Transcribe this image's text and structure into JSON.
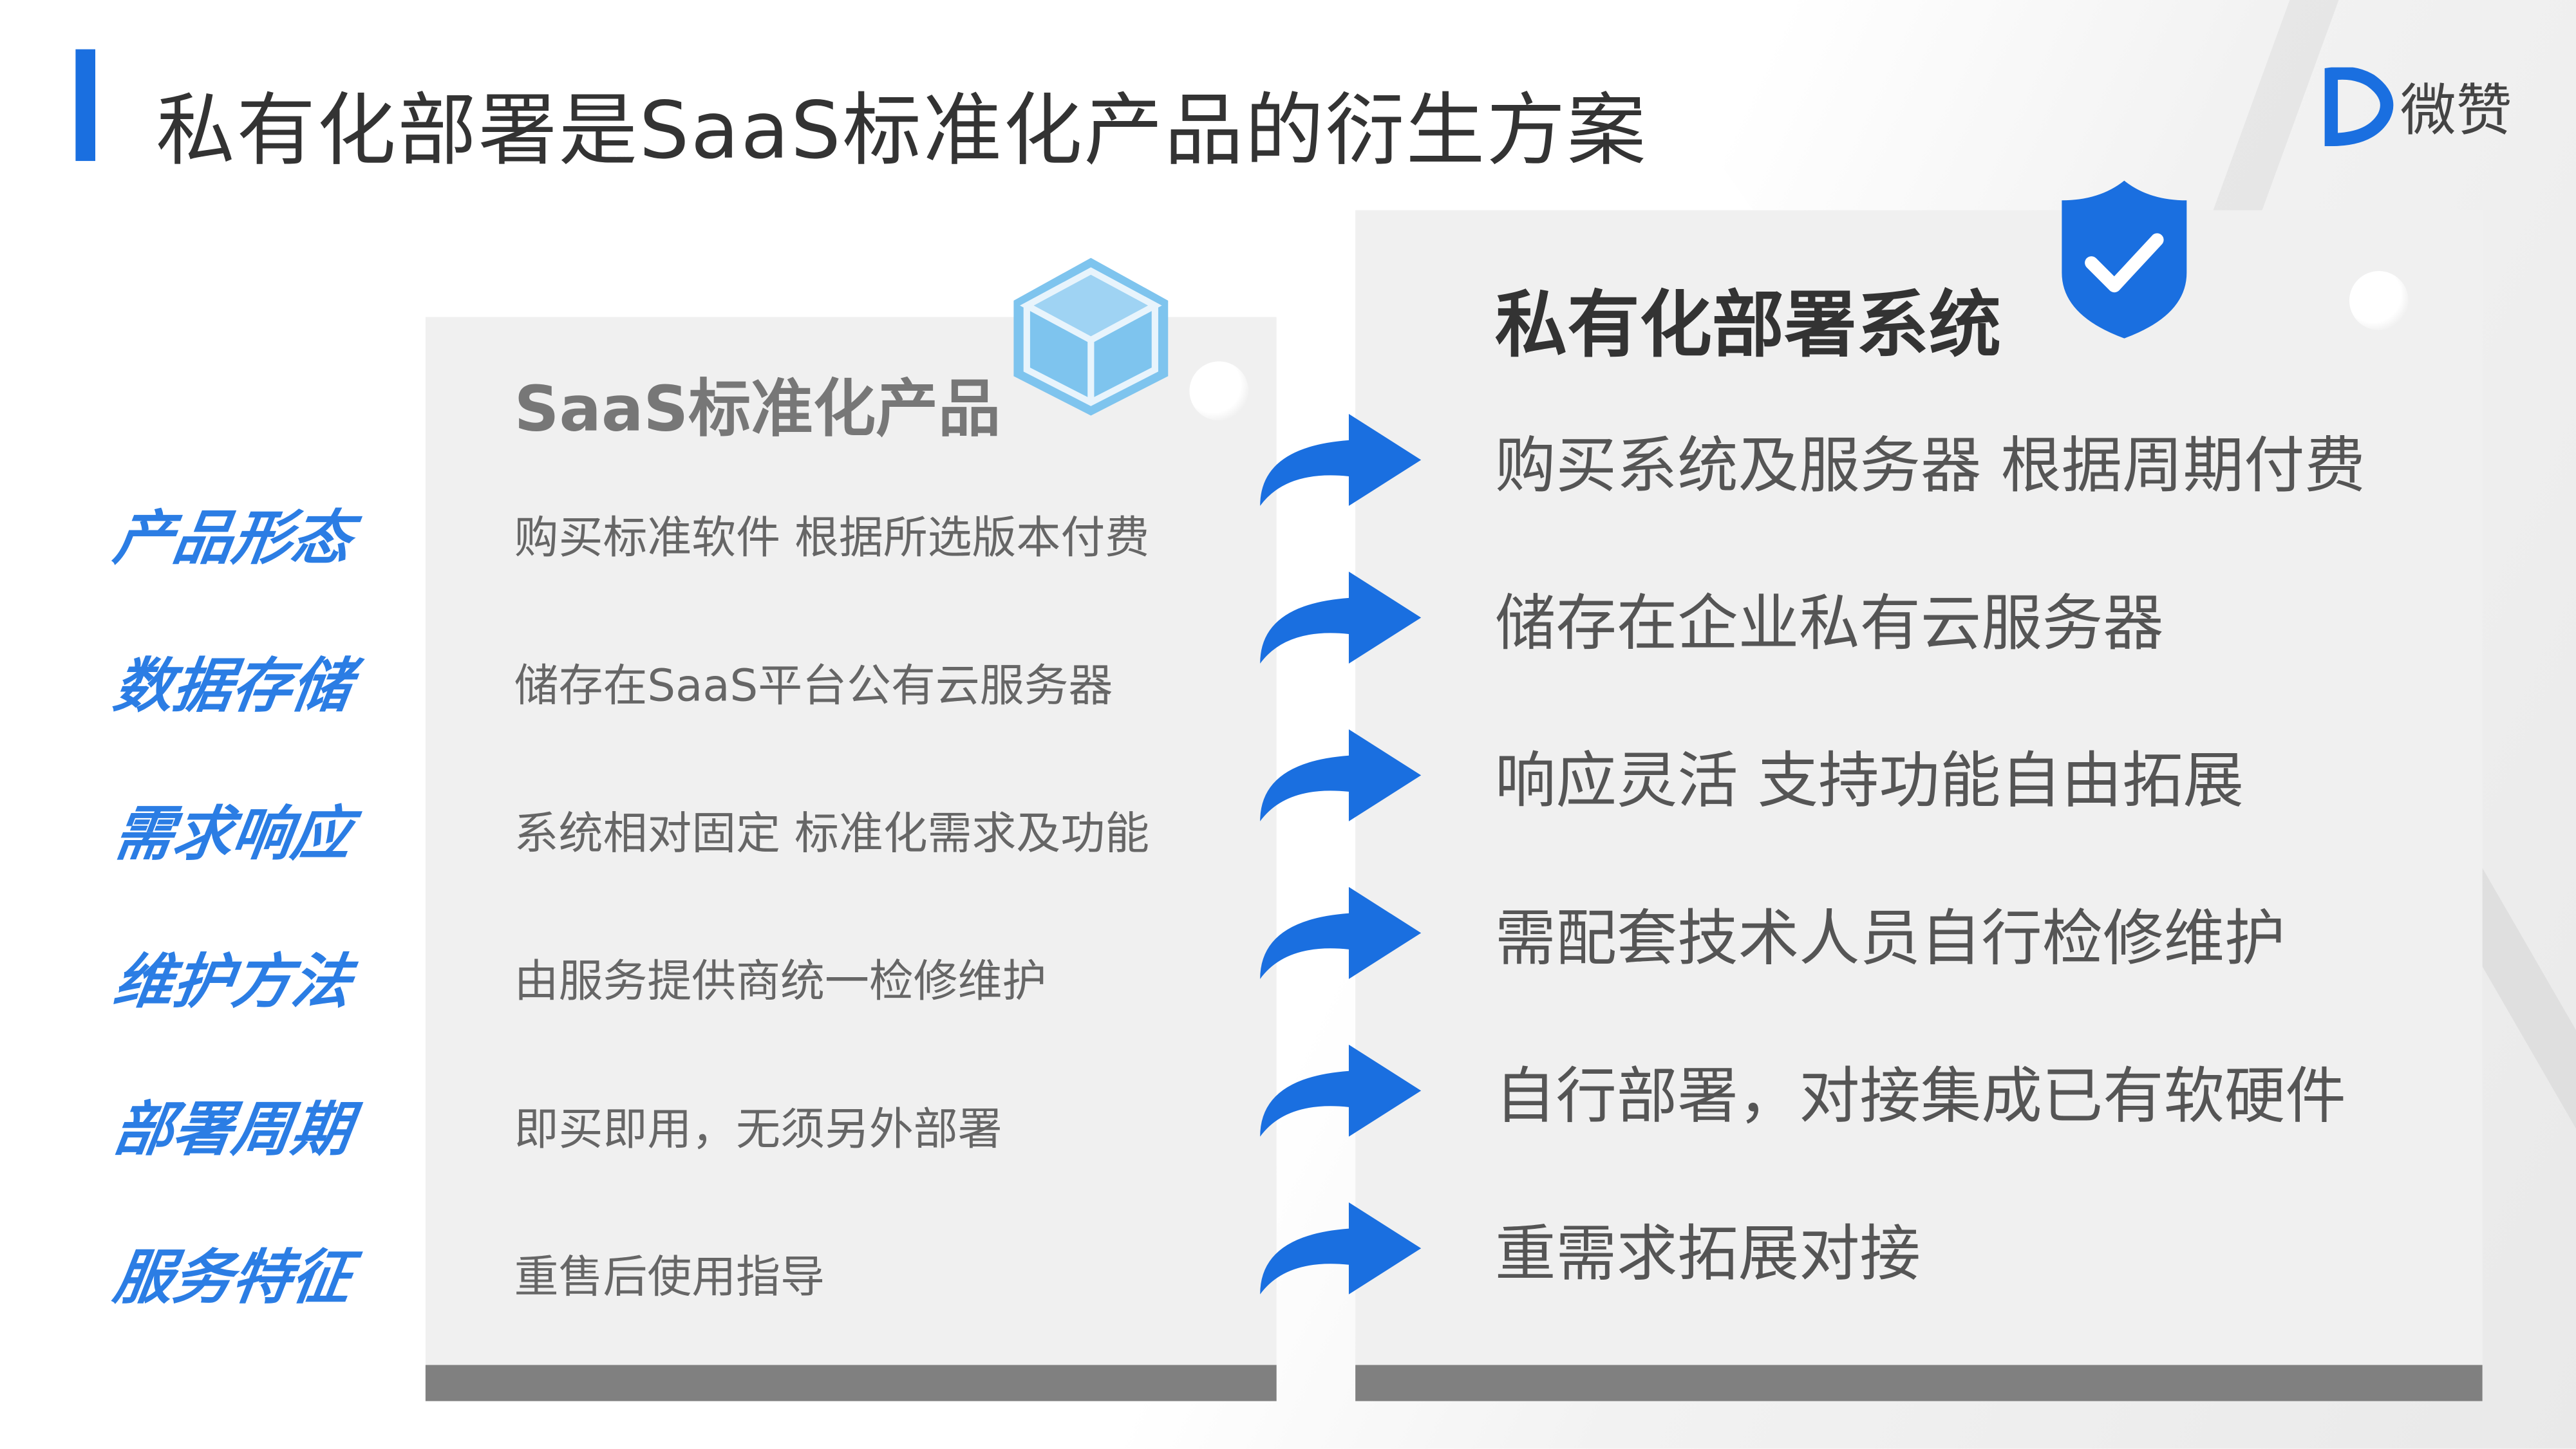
{
  "title": "私有化部署是SaaS标准化产品的衍生方案",
  "logo": {
    "text": "微赞"
  },
  "colors": {
    "accent": "#1a6fe0",
    "label": "#2b7de4",
    "footer": "#808080"
  },
  "labels": [
    "产品形态",
    "数据存储",
    "需求响应",
    "维护方法",
    "部署周期",
    "服务特征"
  ],
  "saas": {
    "title": "SaaS标准化产品",
    "items": [
      "购买标准软件 根据所选版本付费",
      "储存在SaaS平台公有云服务器",
      "系统相对固定 标准化需求及功能",
      "由服务提供商统一检修维护",
      "即买即用，无须另外部署",
      "重售后使用指导"
    ]
  },
  "private": {
    "title": "私有化部署系统",
    "items": [
      "购买系统及服务器 根据周期付费",
      "储存在企业私有云服务器",
      "响应灵活 支持功能自由拓展",
      "需配套技术人员自行检修维护",
      "自行部署，对接集成已有软硬件",
      "重需求拓展对接"
    ]
  }
}
